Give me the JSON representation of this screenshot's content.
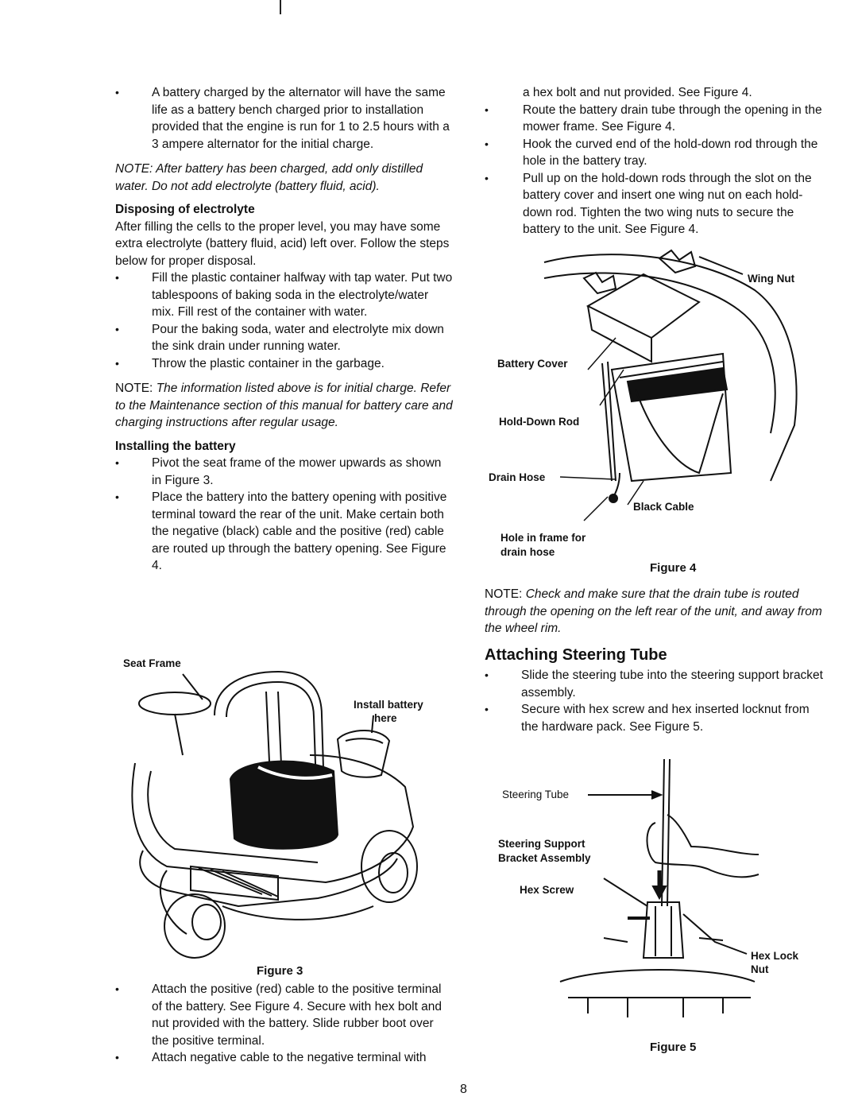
{
  "page_number": "8",
  "left": {
    "b1": "A battery charged by the alternator will have the same life as a battery bench charged prior to installation provided that the engine is run for 1 to 2.5 hours with a 3 ampere alternator for the initial charge.",
    "note1": "NOTE: After battery has been charged, add only distilled water. Do not add electrolyte (battery fluid, acid).",
    "h_dispose": "Disposing of electrolyte",
    "dispose_intro": "After filling the cells to the proper level, you may have some extra electrolyte (battery fluid, acid) left over. Follow the steps below for proper disposal.",
    "dispose_b1": "Fill the plastic container halfway with tap water. Put two tablespoons of baking soda in the electrolyte/water mix. Fill rest of the container with water.",
    "dispose_b2": "Pour the baking soda, water and electrolyte mix down the sink drain under running water.",
    "dispose_b3": "Throw the plastic container in the garbage.",
    "note2_label": "NOTE:",
    "note2_text": "The information listed above is for initial charge. Refer to the Maintenance section of this manual for battery care and charging instructions after regular usage.",
    "h_install": "Installing the battery",
    "install_b1": "Pivot the seat frame of the mower upwards as shown in Figure 3.",
    "install_b2": "Place the battery into the battery opening with positive terminal toward the rear of the unit. Make certain both the negative (black) cable and the positive (red) cable are routed up through the battery opening. See Figure 4.",
    "fig3_seat_frame": "Seat Frame",
    "fig3_install_battery": "Install battery",
    "fig3_here": "here",
    "fig3_caption": "Figure 3",
    "after_b1": "Attach the positive (red) cable to the positive terminal of the battery. See Figure 4. Secure with hex bolt and nut provided with the battery. Slide rubber boot over the positive terminal.",
    "after_b2": "Attach negative cable to the negative terminal with"
  },
  "right": {
    "cont": "a hex bolt and nut provided. See Figure 4.",
    "b1": "Route the battery drain tube through the opening in the mower frame. See Figure 4.",
    "b2": "Hook the curved end of the hold-down rod through the hole in the battery tray.",
    "b3": "Pull up on the hold-down rods through the slot on the battery cover and insert one wing nut on each hold-down rod. Tighten the two wing nuts to secure the battery to the unit. See Figure 4.",
    "fig4_wing_nut": "Wing Nut",
    "fig4_battery_cover": "Battery Cover",
    "fig4_hold_down_rod": "Hold-Down Rod",
    "fig4_drain_hose": "Drain Hose",
    "fig4_black_cable": "Black Cable",
    "fig4_hole_line1": "Hole in frame for",
    "fig4_hole_line2": "drain hose",
    "fig4_caption": "Figure 4",
    "note_label": "NOTE:",
    "note_text": "Check and make sure that the drain tube is routed through the opening on the left rear of the unit, and away from the wheel rim.",
    "h_steering": "Attaching Steering Tube",
    "steer_b1": "Slide the steering tube into the steering support bracket assembly.",
    "steer_b2": "Secure with hex screw and hex inserted locknut from the hardware pack. See Figure 5.",
    "fig5_steering_tube": "Steering Tube",
    "fig5_support_line1": "Steering Support",
    "fig5_support_line2": "Bracket Assembly",
    "fig5_hex_screw": "Hex Screw",
    "fig5_hex_lock": "Hex Lock",
    "fig5_nut": "Nut",
    "fig5_caption": "Figure 5"
  }
}
